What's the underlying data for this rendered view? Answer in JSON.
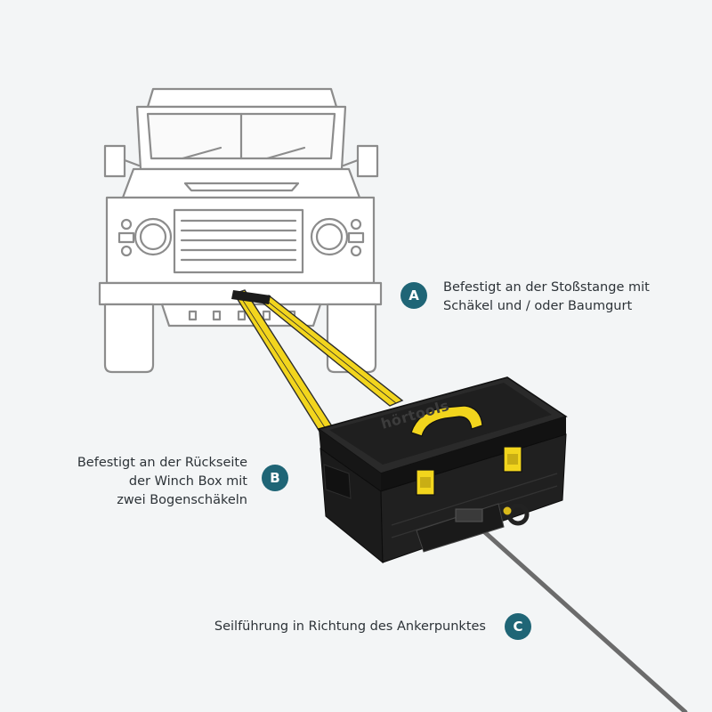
{
  "colors": {
    "background": "#f3f5f6",
    "accent": "#1f6576",
    "strap": "#f2d51d",
    "box": "#1b1b1b",
    "outline": "#8c8c8c",
    "text": "#2d3338"
  },
  "box_brand": "hörtools",
  "callouts": [
    {
      "letter": "A",
      "text": "Befestigt an der Stoßstange mit\nSchäkel und / oder Baumgurt"
    },
    {
      "letter": "B",
      "text": "Befestigt an der Rückseite\nder Winch Box mit\nzwei Bogenschäkeln"
    },
    {
      "letter": "C",
      "text": "Seilführung in Richtung des Ankerpunktes"
    }
  ]
}
